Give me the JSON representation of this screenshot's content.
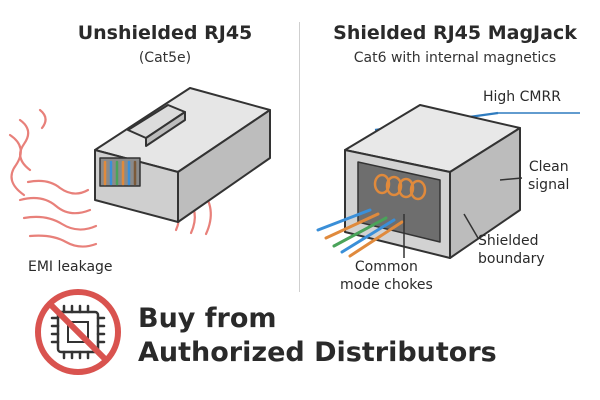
{
  "left_panel": {
    "title": "Unshielded RJ45",
    "subtitle": "(Cat5e)",
    "emi_label": "EMI leakage"
  },
  "right_panel": {
    "title": "Shielded RJ45 MagJack",
    "subtitle": "Cat6 with internal magnetics",
    "cmrr_label": "High CMRR",
    "clean_label_line1": "Clean",
    "clean_label_line2": "signal",
    "shield_label_line1": "Shielded",
    "shield_label_line2": "boundary",
    "choke_label_line1": "Common",
    "choke_label_line2": "mode chokes"
  },
  "footer": {
    "cta_line1": "Buy from",
    "cta_line2": "Authorized Distributors",
    "no_counterfeit_icon": "prohibited-chip-icon"
  },
  "colors": {
    "emi_wave": "#e8807a",
    "cmrr_line": "#2e7bbf",
    "choke_coil": "#e08a3c",
    "prohibit_red": "#d9534f",
    "body_gray": "#d4d4d4",
    "outline": "#333333"
  }
}
